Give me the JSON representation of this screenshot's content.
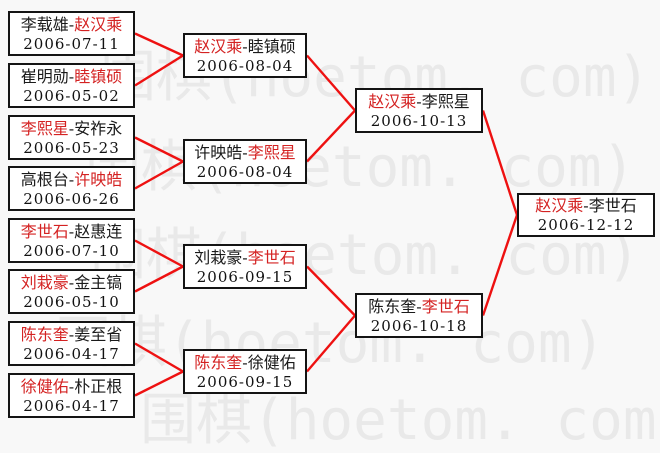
{
  "watermark": {
    "text": "围棋(hoetom. com)",
    "color": "#e9e9e9"
  },
  "colors": {
    "page_background": "#f8f8f8",
    "box_background": "#ffffff",
    "box_border": "#141414",
    "player_text": "#1a1a1a",
    "winner_text": "#d42222",
    "connector": "#ee1111"
  },
  "bracket": {
    "matches": [
      {
        "round": 1,
        "player1": "李载雄",
        "player2": "赵汉乘",
        "winner": "player2",
        "date": "2006-07-11"
      },
      {
        "round": 1,
        "player1": "崔明勋",
        "player2": "睦镇硕",
        "winner": "player2",
        "date": "2006-05-02"
      },
      {
        "round": 1,
        "player1": "李熙星",
        "player2": "安祚永",
        "winner": "player1",
        "date": "2006-05-23"
      },
      {
        "round": 1,
        "player1": "高根台",
        "player2": "许映皓",
        "winner": "player2",
        "date": "2006-06-26"
      },
      {
        "round": 1,
        "player1": "李世石",
        "player2": "赵惠连",
        "winner": "player1",
        "date": "2006-07-10"
      },
      {
        "round": 1,
        "player1": "刘栽豪",
        "player2": "金主镐",
        "winner": "player1",
        "date": "2006-05-10"
      },
      {
        "round": 1,
        "player1": "陈东奎",
        "player2": "姜至省",
        "winner": "player1",
        "date": "2006-04-17"
      },
      {
        "round": 1,
        "player1": "徐健佑",
        "player2": "朴正根",
        "winner": "player1",
        "date": "2006-04-17"
      },
      {
        "round": 2,
        "player1": "赵汉乘",
        "player2": "睦镇硕",
        "winner": "player1",
        "date": "2006-08-04"
      },
      {
        "round": 2,
        "player1": "许映皓",
        "player2": "李熙星",
        "winner": "player2",
        "date": "2006-08-04"
      },
      {
        "round": 2,
        "player1": "刘栽豪",
        "player2": "李世石",
        "winner": "player2",
        "date": "2006-09-15"
      },
      {
        "round": 2,
        "player1": "陈东奎",
        "player2": "徐健佑",
        "winner": "player1",
        "date": "2006-09-15"
      },
      {
        "round": 3,
        "player1": "赵汉乘",
        "player2": "李熙星",
        "winner": "player1",
        "date": "2006-10-13"
      },
      {
        "round": 3,
        "player1": "陈东奎",
        "player2": "李世石",
        "winner": "player2",
        "date": "2006-10-18"
      },
      {
        "round": 4,
        "player1": "赵汉乘",
        "player2": "李世石",
        "winner": "player1",
        "date": "2006-12-12"
      }
    ]
  }
}
